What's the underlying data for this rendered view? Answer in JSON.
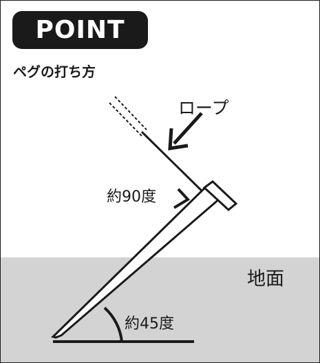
{
  "badge": {
    "text": "POINT"
  },
  "subtitle": "ペグの打ち方",
  "labels": {
    "rope": "ロープ",
    "angle_right": "約90度",
    "angle_peg": "約45度",
    "ground": "地面"
  },
  "colors": {
    "ink": "#1a1a1a",
    "ground": "#d3d3d3",
    "background": "#ffffff"
  }
}
